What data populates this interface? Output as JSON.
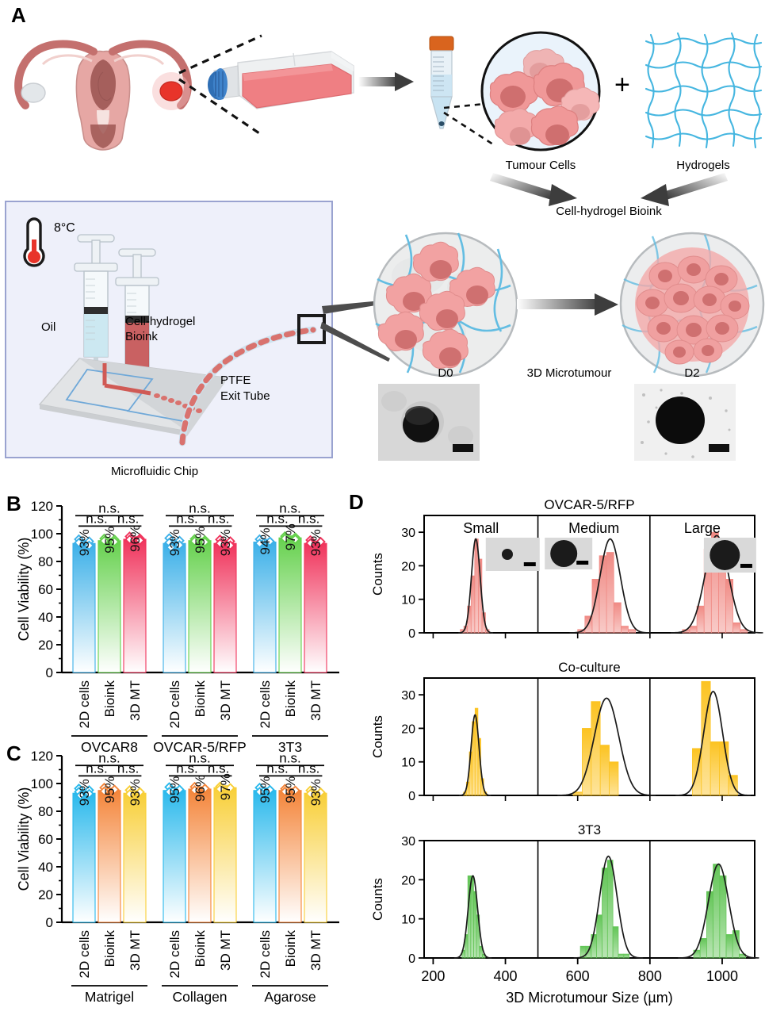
{
  "panels": {
    "a": "A",
    "b": "B",
    "c": "C",
    "d": "D"
  },
  "panelA": {
    "labels": {
      "tumour_cells": "Tumour Cells",
      "hydrogels": "Hydrogels",
      "plus": "+",
      "bioink": "Cell-hydrogel Bioink",
      "temperature": "8°C",
      "oil": "Oil",
      "syringe_bioink": "Cell-hydrogel\nBioink",
      "syringe_bioink_l1": "Cell-hydrogel",
      "syringe_bioink_l2": "Bioink",
      "ptfe_l1": "PTFE",
      "ptfe_l2": "Exit Tube",
      "chip": "Microfluidic Chip",
      "d0": "D0",
      "d2": "D2",
      "microtumour": "3D Microtumour"
    },
    "colors": {
      "chip_box_fill": "#eef0fa",
      "chip_box_border": "#9aa3d0",
      "hydrogel_mesh": "#45b6e0",
      "cell_body": "#f3a0a0",
      "cell_nucleus": "#d98080",
      "flask_media": "#ef7f83",
      "flask_cap": "#2f6fb5",
      "tube_cap": "#d9641e",
      "arrow": "#404040"
    }
  },
  "panelB": {
    "ylabel": "Cell Viability (%)",
    "yticks": [
      0,
      20,
      40,
      60,
      80,
      100,
      120
    ],
    "ylim": [
      0,
      120
    ],
    "groups": [
      "OVCAR8",
      "OVCAR-5/RFP",
      "3T3"
    ],
    "conditions": [
      "2D cells",
      "Bioink",
      "3D MT"
    ],
    "sig_label": "n.s.",
    "chart_data": {
      "type": "bar",
      "title": "",
      "xlabel": "",
      "ylabel": "Cell Viability (%)",
      "ylim": [
        0,
        120
      ],
      "categories": [
        "OVCAR8 / 2D cells",
        "OVCAR8 / Bioink",
        "OVCAR8 / 3D MT",
        "OVCAR-5/RFP / 2D cells",
        "OVCAR-5/RFP / Bioink",
        "OVCAR-5/RFP / 3D MT",
        "3T3 / 2D cells",
        "3T3 / Bioink",
        "3T3 / 3D MT"
      ],
      "values": [
        93,
        95,
        96,
        93,
        95,
        93,
        94,
        97,
        93
      ],
      "value_labels": [
        "93%",
        "95%",
        "96%",
        "93%",
        "95%",
        "93%",
        "94%",
        "97%",
        "93%"
      ],
      "bar_colors": [
        "#3cb0e8",
        "#66d14e",
        "#f0345c",
        "#3cb0e8",
        "#66d14e",
        "#f0345c",
        "#3cb0e8",
        "#66d14e",
        "#f0345c"
      ],
      "errors": [
        2.0,
        1.4,
        1.6,
        2.2,
        1.5,
        2.0,
        1.8,
        1.3,
        1.5
      ],
      "points": [
        [
          96.0,
          94.5,
          93.5,
          91.5
        ],
        [
          96.5,
          95.8,
          94.8,
          94.2
        ],
        [
          98.0,
          96.6,
          95.8,
          95.2
        ],
        [
          96.8,
          95.0,
          93.6,
          91.8,
          90.2
        ],
        [
          96.2,
          95.4,
          94.6,
          94.0
        ],
        [
          95.8,
          94.6,
          93.0,
          91.6
        ],
        [
          96.0,
          94.4,
          93.0
        ],
        [
          98.2,
          97.4,
          96.6,
          96.0
        ],
        [
          95.4,
          94.2,
          93.2
        ]
      ],
      "annotations": [
        "n.s.",
        "n.s.",
        "n.s."
      ]
    }
  },
  "panelC": {
    "ylabel": "Cell Viability (%)",
    "yticks": [
      0,
      20,
      40,
      60,
      80,
      100,
      120
    ],
    "ylim": [
      0,
      120
    ],
    "groups": [
      "Matrigel",
      "Collagen",
      "Agarose"
    ],
    "conditions": [
      "2D cells",
      "Bioink",
      "3D MT"
    ],
    "sig_label": "n.s.",
    "chart_data": {
      "type": "bar",
      "title": "",
      "xlabel": "",
      "ylabel": "Cell Viability (%)",
      "ylim": [
        0,
        120
      ],
      "categories": [
        "Matrigel / 2D cells",
        "Matrigel / Bioink",
        "Matrigel / 3D MT",
        "Collagen / 2D cells",
        "Collagen / Bioink",
        "Collagen / 3D MT",
        "Agarose / 2D cells",
        "Agarose / Bioink",
        "Agarose / 3D MT"
      ],
      "values": [
        93,
        95,
        93,
        95,
        96,
        97,
        95,
        95,
        93
      ],
      "value_labels": [
        "93%",
        "95%",
        "93%",
        "95%",
        "96%",
        "97%",
        "95%",
        "95%",
        "93%"
      ],
      "bar_colors": [
        "#2bb9ec",
        "#f4853a",
        "#f8cf38",
        "#2bb9ec",
        "#f4853a",
        "#f8cf38",
        "#2bb9ec",
        "#f4853a",
        "#f8cf38"
      ],
      "errors": [
        2.2,
        1.5,
        1.6,
        1.8,
        1.4,
        1.2,
        1.6,
        1.3,
        1.4
      ],
      "points": [
        [
          96.4,
          95.2,
          94.0,
          92.6,
          91.4
        ],
        [
          97.0,
          95.6,
          94.4
        ],
        [
          95.2,
          93.8,
          92.4
        ],
        [
          97.4,
          95.6,
          94.0
        ],
        [
          97.6,
          96.4,
          95.2
        ],
        [
          97.8,
          96.8,
          96.0
        ],
        [
          97.0,
          95.4,
          94.0
        ],
        [
          96.2,
          95.0,
          94.2
        ],
        [
          95.0,
          93.6,
          92.6
        ]
      ],
      "annotations": [
        "n.s.",
        "n.s.",
        "n.s."
      ]
    }
  },
  "panelD": {
    "ylabel": "Counts",
    "xlabel": "3D Microtumour Size (µm)",
    "size_labels": [
      "Small",
      "Medium",
      "Large"
    ],
    "row_titles": [
      "OVCAR-5/RFP",
      "Co-culture",
      "3T3"
    ],
    "xticks": [
      200,
      400,
      600,
      800,
      1000
    ],
    "xlim": [
      175,
      1090
    ],
    "subpanel_splits": [
      490,
      800
    ],
    "chart_data": [
      {
        "type": "bar",
        "title": "OVCAR-5/RFP",
        "xlabel": "3D Microtumour Size (µm)",
        "ylabel": "Counts",
        "ylim": [
          0,
          35
        ],
        "yticks": [
          0,
          10,
          20,
          30
        ],
        "xlim": [
          175,
          1090
        ],
        "color": "#f08a84",
        "series": [
          {
            "name": "Small",
            "bin_width": 10,
            "x": [
              280,
              290,
              300,
              310,
              320,
              330,
              340,
              350
            ],
            "values": [
              1,
              2,
              8,
              17,
              28,
              22,
              6,
              1
            ],
            "fit_peak": 318,
            "fit_amp": 28,
            "fit_sigma": 12
          },
          {
            "name": "Medium",
            "bin_width": 20,
            "x": [
              610,
              630,
              650,
              670,
              690,
              710,
              730,
              750
            ],
            "values": [
              1,
              5,
              16,
              23,
              24,
              9,
              2,
              1
            ],
            "fit_peak": 690,
            "fit_amp": 28,
            "fit_sigma": 28
          },
          {
            "name": "Large",
            "bin_width": 20,
            "x": [
              900,
              920,
              940,
              960,
              980,
              1000,
              1020,
              1040,
              1060
            ],
            "values": [
              1,
              2,
              8,
              25,
              30,
              26,
              16,
              3,
              1
            ],
            "fit_peak": 985,
            "fit_amp": 29,
            "fit_sigma": 32
          }
        ],
        "insets": [
          "small-spheroid-image",
          "medium-spheroid-image",
          "large-spheroid-image"
        ]
      },
      {
        "type": "bar",
        "title": "Co-culture",
        "xlabel": "3D Microtumour Size (µm)",
        "ylabel": "Counts",
        "ylim": [
          0,
          35
        ],
        "yticks": [
          0,
          10,
          20,
          30
        ],
        "xlim": [
          175,
          1090
        ],
        "color": "#fcc321",
        "series": [
          {
            "name": "Small",
            "bin_width": 8,
            "x": [
              288,
              296,
              304,
              312,
              320,
              328,
              336,
              344
            ],
            "values": [
              1,
              4,
              13,
              22,
              26,
              17,
              5,
              1
            ],
            "fit_peak": 316,
            "fit_amp": 24,
            "fit_sigma": 11
          },
          {
            "name": "Medium",
            "bin_width": 25,
            "x": [
              600,
              625,
              650,
              675,
              700,
              725
            ],
            "values": [
              1,
              20,
              28,
              15,
              10,
              0
            ],
            "fit_peak": 680,
            "fit_amp": 29,
            "fit_sigma": 34
          },
          {
            "name": "Large",
            "bin_width": 25,
            "x": [
              930,
              955,
              980,
              1005,
              1030
            ],
            "values": [
              14,
              34,
              16,
              16,
              6
            ],
            "fit_peak": 975,
            "fit_amp": 31,
            "fit_sigma": 26
          }
        ]
      },
      {
        "type": "bar",
        "title": "3T3",
        "xlabel": "3D Microtumour Size (µm)",
        "ylabel": "Counts",
        "ylim": [
          0,
          30
        ],
        "yticks": [
          0,
          10,
          20,
          30
        ],
        "xlim": [
          175,
          1090
        ],
        "color": "#63c557",
        "series": [
          {
            "name": "Small",
            "bin_width": 8,
            "x": [
              284,
              292,
              300,
              308,
              316,
              324,
              332,
              340
            ],
            "values": [
              2,
              6,
              21,
              21,
              17,
              11,
              3,
              1
            ],
            "fit_peak": 310,
            "fit_amp": 21,
            "fit_sigma": 13
          },
          {
            "name": "Medium",
            "bin_width": 15,
            "x": [
              615,
              630,
              645,
              660,
              675,
              690,
              705,
              720,
              735
            ],
            "values": [
              3,
              3,
              6,
              11,
              23,
              25,
              8,
              1,
              1
            ],
            "fit_peak": 685,
            "fit_amp": 26,
            "fit_sigma": 24
          },
          {
            "name": "Large",
            "bin_width": 18,
            "x": [
              930,
              948,
              966,
              984,
              1002,
              1020,
              1038,
              1056
            ],
            "values": [
              2,
              5,
              17,
              24,
              21,
              6,
              7,
              1
            ],
            "fit_peak": 990,
            "fit_amp": 24,
            "fit_sigma": 28
          }
        ]
      }
    ]
  }
}
